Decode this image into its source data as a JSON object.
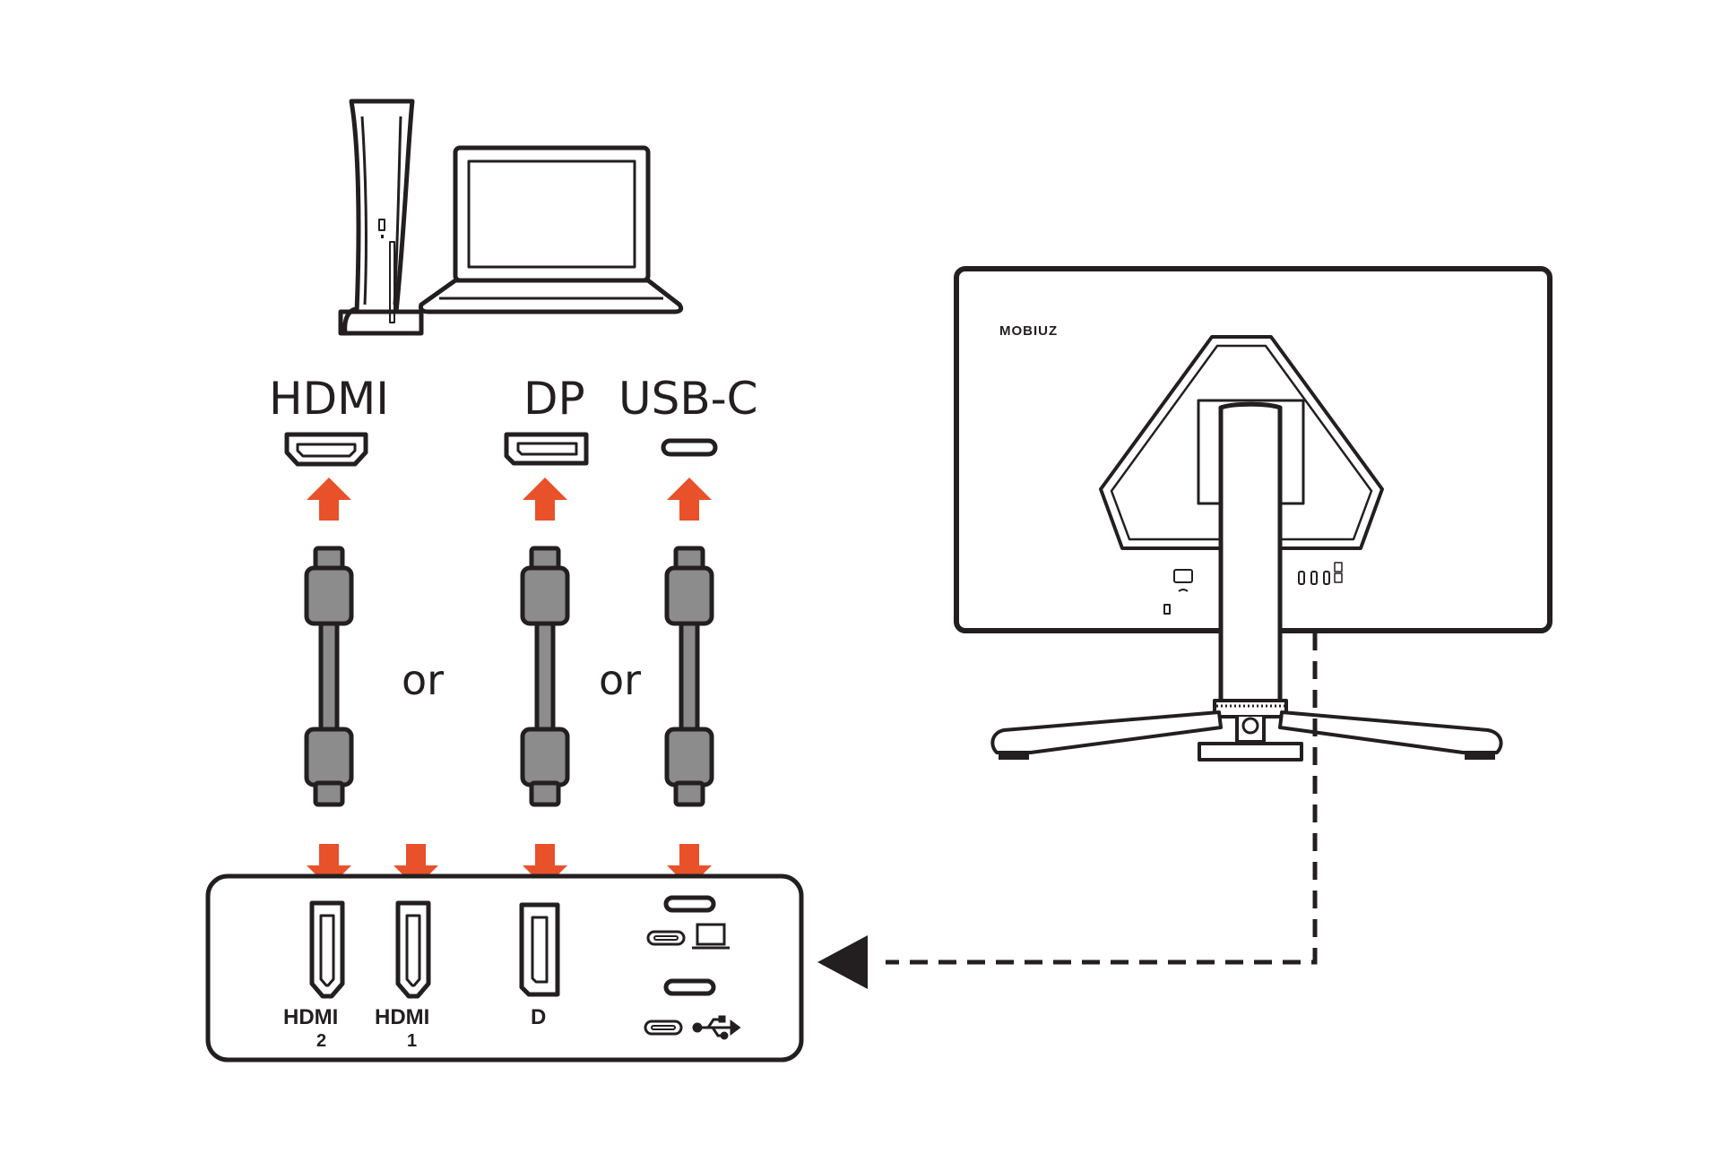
{
  "labels": {
    "hdmi": "HDMI",
    "dp": "DP",
    "usbc": "USB-C",
    "or_1": "or",
    "or_2": "or"
  },
  "port_panel": {
    "hdmi2_label": "HDMI",
    "hdmi2_num": "2",
    "hdmi1_label": "HDMI",
    "hdmi1_num": "1",
    "dp_label": "D"
  },
  "monitor": {
    "brand": "MOBIUZ"
  },
  "colors": {
    "arrow": "#e8512a",
    "ink": "#231f20",
    "cable": "#8c8c8c"
  },
  "icons": [
    "game-console-icon",
    "laptop-icon",
    "monitor-rear-icon",
    "usb-icon"
  ]
}
